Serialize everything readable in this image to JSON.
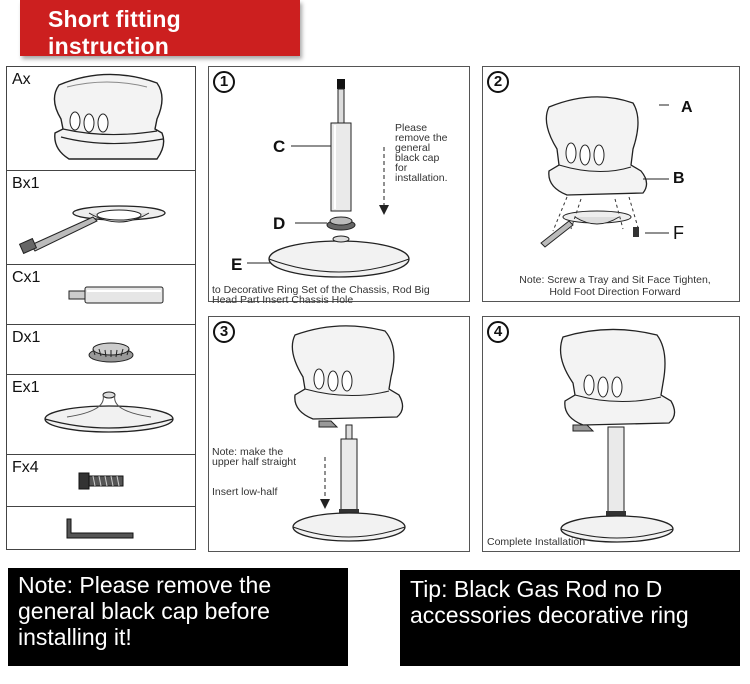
{
  "title": "Short fitting instruction",
  "parts": [
    {
      "label": "Ax"
    },
    {
      "label": "Bx1"
    },
    {
      "label": "Cx1"
    },
    {
      "label": "Dx1"
    },
    {
      "label": "Ex1"
    },
    {
      "label": "Fx4"
    },
    {
      "label": ""
    }
  ],
  "steps": {
    "s1": {
      "num": "1",
      "labels": {
        "c": "C",
        "d": "D",
        "e": "E"
      },
      "instruction": [
        "Please",
        "remove the",
        "general",
        "black cap",
        "for",
        "installation."
      ],
      "caption": [
        "to Decorative Ring Set of the Chassis, Rod Big",
        "Head Part Insert Chassis Hole"
      ]
    },
    "s2": {
      "num": "2",
      "labels": {
        "a": "A",
        "b": "B",
        "f": "F"
      },
      "caption": [
        "Note: Screw a Tray and Sit Face Tighten,",
        "Hold Foot Direction Forward"
      ]
    },
    "s3": {
      "num": "3",
      "note": [
        "Note: make the",
        "upper half straight"
      ],
      "insert": "Insert low-half"
    },
    "s4": {
      "num": "4",
      "caption": "Complete Installation"
    }
  },
  "notes": {
    "left": [
      "Note: Please remove the",
      "general black cap before",
      "installing it!"
    ],
    "right": [
      "Tip: Black Gas Rod no D",
      "accessories decorative ring"
    ]
  }
}
